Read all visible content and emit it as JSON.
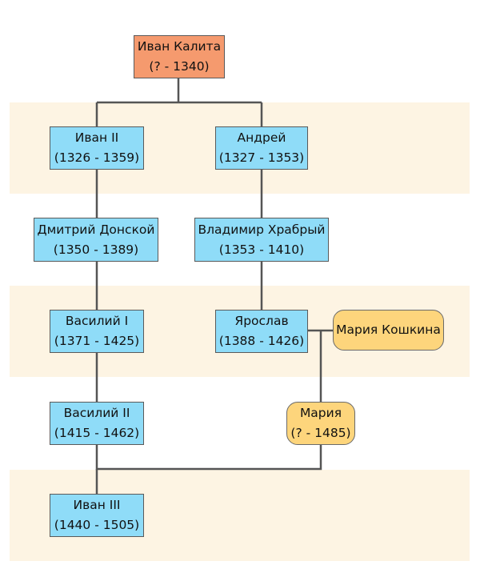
{
  "tree": {
    "ivan_kalita": {
      "name": "Иван Калита",
      "years": "(? - 1340)"
    },
    "ivan_ii": {
      "name": "Иван II",
      "years": "(1326 - 1359)"
    },
    "andrey": {
      "name": "Андрей",
      "years": "(1327 - 1353)"
    },
    "dmitry_donskoy": {
      "name": "Дмитрий Донской",
      "years": "(1350 - 1389)"
    },
    "vladimir_khrabry": {
      "name": "Владимир Храбрый",
      "years": "(1353 - 1410)"
    },
    "vasily_i": {
      "name": "Василий I",
      "years": "(1371 - 1425)"
    },
    "yaroslav": {
      "name": "Ярослав",
      "years": "(1388 - 1426)"
    },
    "maria_koshkina": {
      "name": "Мария Кошкина"
    },
    "vasily_ii": {
      "name": "Василий II",
      "years": "(1415 - 1462)"
    },
    "maria": {
      "name": "Мария",
      "years": "(? - 1485)"
    },
    "ivan_iii": {
      "name": "Иван III",
      "years": "(1440 - 1505)"
    }
  },
  "colors": {
    "root_fill": "#f59a6e",
    "male_fill": "#8fdcf8",
    "spouse_fill": "#fdd57c",
    "band_fill": "#fdf4e3",
    "line": "#555555"
  }
}
